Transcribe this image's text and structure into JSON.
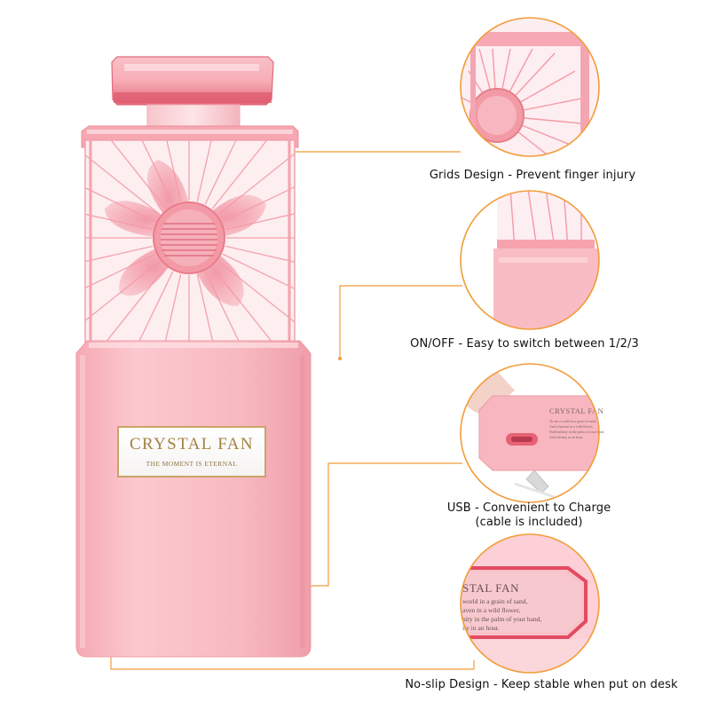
{
  "product": {
    "brand_label": "CRYSTAL FAN",
    "tagline": "THE MOMENT IS ETERNAL",
    "body_color": "#f7b8c0",
    "frame_color": "#f49aa6",
    "accent_color": "#e1786f"
  },
  "callouts": [
    {
      "label": "Grids Design - Prevent finger injury",
      "icon": "fan-grid-closeup"
    },
    {
      "label": "ON/OFF - Easy to switch between 1/2/3",
      "icon": "switch-closeup"
    },
    {
      "label": "USB - Convenient to Charge",
      "sublabel": "(cable is included)",
      "icon": "usb-port-closeup"
    },
    {
      "label": "No-slip Design - Keep stable when put on desk",
      "icon": "base-closeup"
    }
  ],
  "closeups": {
    "usb_text": {
      "brand": "CRYSTAL FAN",
      "lines": [
        "To see a world in a grain of sand,",
        "And a heaven in a wild flower,",
        "Hold infinity in the palm of your hand,",
        "And eternity in an hour."
      ]
    },
    "base_text": {
      "brand": "STAL FAN",
      "lines": [
        "world in a grain of sand,",
        "aven in a wild flower,",
        "nity in the palm of your hand,",
        "ity in an hour."
      ]
    }
  },
  "colors": {
    "leader_line": "#f29c38",
    "circle_border": "#f29c38"
  }
}
